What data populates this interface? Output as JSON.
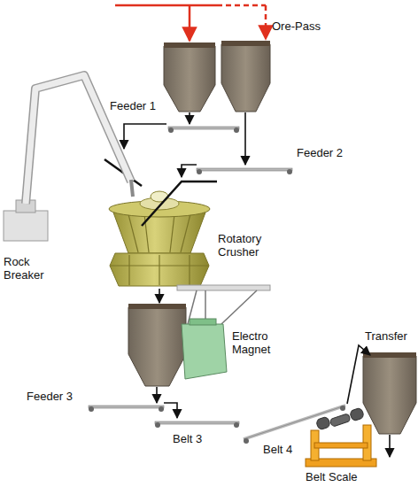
{
  "diagram": {
    "labels": [
      "Ore-Pass",
      "Feeder 1",
      "Feeder 2",
      "Rock Breaker",
      "Rotatory Crusher",
      "Feeder 3",
      "Electro Magnet",
      "Transfer",
      "Belt 3",
      "Belt 4",
      "Belt Scale"
    ]
  }
}
